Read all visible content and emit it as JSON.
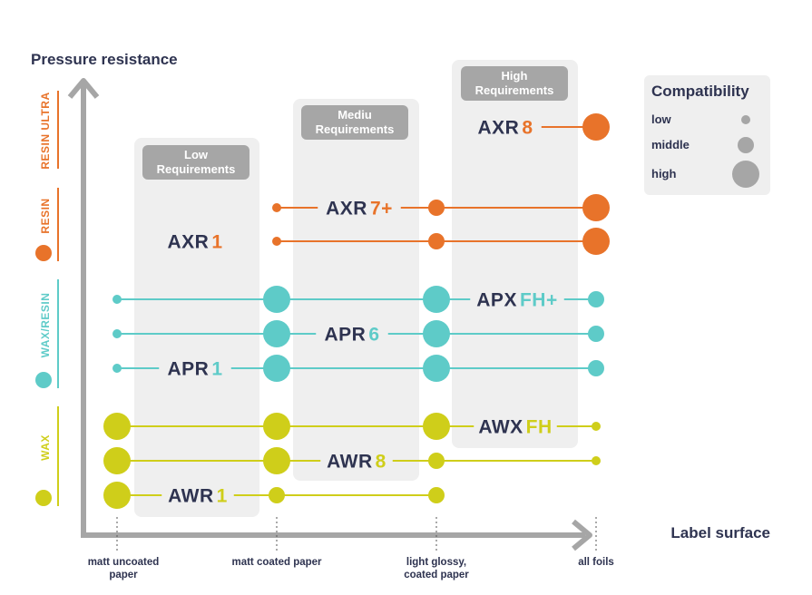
{
  "chart_data": {
    "type": "scatter",
    "ylabel": "Pressure resistance",
    "xlabel": "Label surface",
    "x_categories": [
      "matt uncoated paper",
      "matt coated paper",
      "light glossy, coated paper",
      "all foils"
    ],
    "requirement_groups": [
      "Low Requirements",
      "Mediu Requirements",
      "High Requirements"
    ],
    "families": [
      {
        "name": "RESIN ULTRA",
        "color": "#e8732a"
      },
      {
        "name": "RESIN",
        "color": "#e8732a"
      },
      {
        "name": "WAX/RESIN",
        "color": "#5ecbc8"
      },
      {
        "name": "WAX",
        "color": "#cfce1a"
      }
    ],
    "legend": {
      "title": "Compatibility",
      "levels": [
        "low",
        "middle",
        "high"
      ]
    },
    "series": [
      {
        "prefix": "AXR",
        "suffix": "8",
        "family": "RESIN ULTRA",
        "requirement": "High",
        "compatibility": [
          null,
          null,
          null,
          "high"
        ]
      },
      {
        "prefix": "AXR",
        "suffix": "7+",
        "family": "RESIN",
        "requirement": "Medium",
        "compatibility": [
          null,
          "low",
          "middle",
          "high"
        ]
      },
      {
        "prefix": "AXR",
        "suffix": "1",
        "family": "RESIN",
        "requirement": "Low",
        "compatibility": [
          null,
          "low",
          "middle",
          "high"
        ]
      },
      {
        "prefix": "APX",
        "suffix": "FH+",
        "family": "WAX/RESIN",
        "requirement": "High",
        "compatibility": [
          "low",
          "high",
          "high",
          "middle"
        ]
      },
      {
        "prefix": "APR",
        "suffix": "6",
        "family": "WAX/RESIN",
        "requirement": "Medium",
        "compatibility": [
          "low",
          "high",
          "high",
          "middle"
        ]
      },
      {
        "prefix": "APR",
        "suffix": "1",
        "family": "WAX/RESIN",
        "requirement": "Low",
        "compatibility": [
          "low",
          "high",
          "high",
          "middle"
        ]
      },
      {
        "prefix": "AWX",
        "suffix": "FH",
        "family": "WAX",
        "requirement": "High",
        "compatibility": [
          "high",
          "high",
          "high",
          "low"
        ]
      },
      {
        "prefix": "AWR",
        "suffix": "8",
        "family": "WAX",
        "requirement": "Medium",
        "compatibility": [
          "high",
          "high",
          "middle",
          "low"
        ]
      },
      {
        "prefix": "AWR",
        "suffix": "1",
        "family": "WAX",
        "requirement": "Low",
        "compatibility": [
          "high",
          "middle",
          "middle",
          null
        ]
      }
    ],
    "colors": {
      "axis": "#a6a6a6",
      "panel": "#efefef",
      "box": "#a6a6a6",
      "text": "#2e3350"
    }
  }
}
